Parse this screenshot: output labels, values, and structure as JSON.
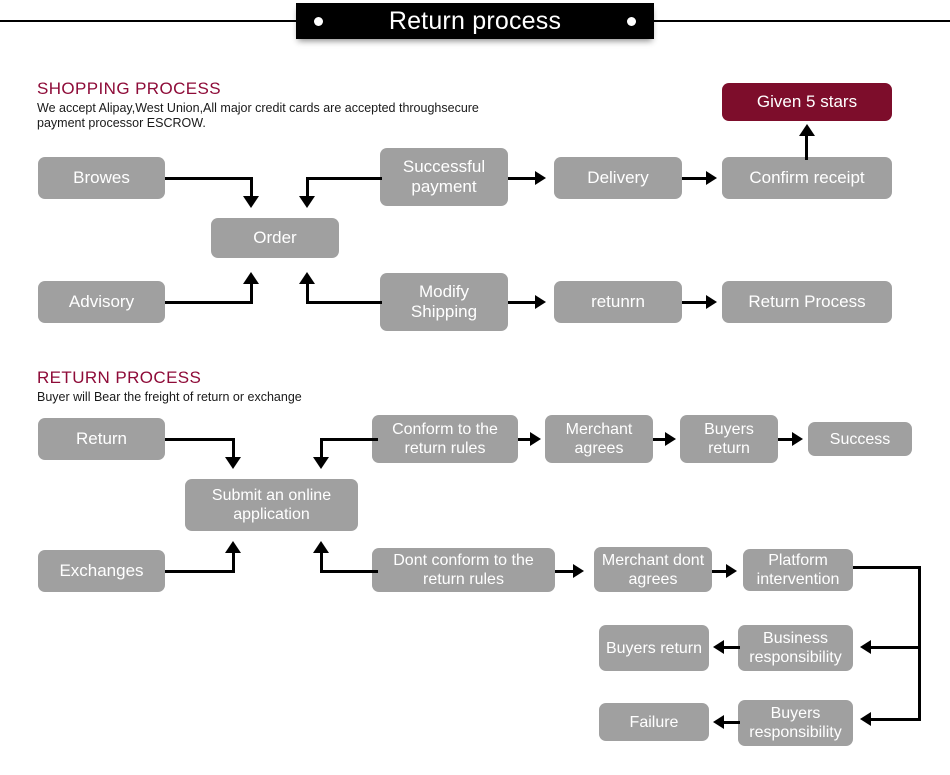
{
  "header": {
    "title": "Return process",
    "dot_left": "bullet-dot",
    "dot_right": "bullet-dot"
  },
  "sections": [
    {
      "id": "shopping",
      "heading": "SHOPPING PROCESS",
      "description": "We accept Alipay,West Union,All major credit cards are accepted throughsecure payment processor ESCROW."
    },
    {
      "id": "return",
      "heading": "RETURN PROCESS",
      "description": "Buyer will Bear the freight of return or exchange"
    }
  ],
  "shopping_nodes": {
    "browes": "Browes",
    "order": "Order",
    "advisory": "Advisory",
    "successful_payment": "Successful payment",
    "delivery": "Delivery",
    "confirm_receipt": "Confirm receipt",
    "given_5_stars": "Given 5 stars",
    "modify_shipping": "Modify Shipping",
    "returnn": "retunrn",
    "return_process": "Return Process"
  },
  "return_nodes": {
    "return": "Return",
    "submit_online_application": "Submit an online application",
    "exchanges": "Exchanges",
    "conform_rules": "Conform to the return rules",
    "merchant_agrees": "Merchant agrees",
    "buyers_return_top": "Buyers return",
    "success": "Success",
    "dont_conform_rules": "Dont conform to the return rules",
    "merchant_dont_agrees": "Merchant dont agrees",
    "platform_intervention": "Platform intervention",
    "business_responsibility": "Business responsibility",
    "buyers_return_mid": "Buyers return",
    "buyers_responsibility": "Buyers responsibility",
    "failure": "Failure"
  },
  "colors": {
    "node_gray": "#a0a0a0",
    "accent_maroon": "#7d0d2b",
    "heading_maroon": "#8e0b38",
    "banner_black": "#000000",
    "node_text": "#ffffff"
  }
}
